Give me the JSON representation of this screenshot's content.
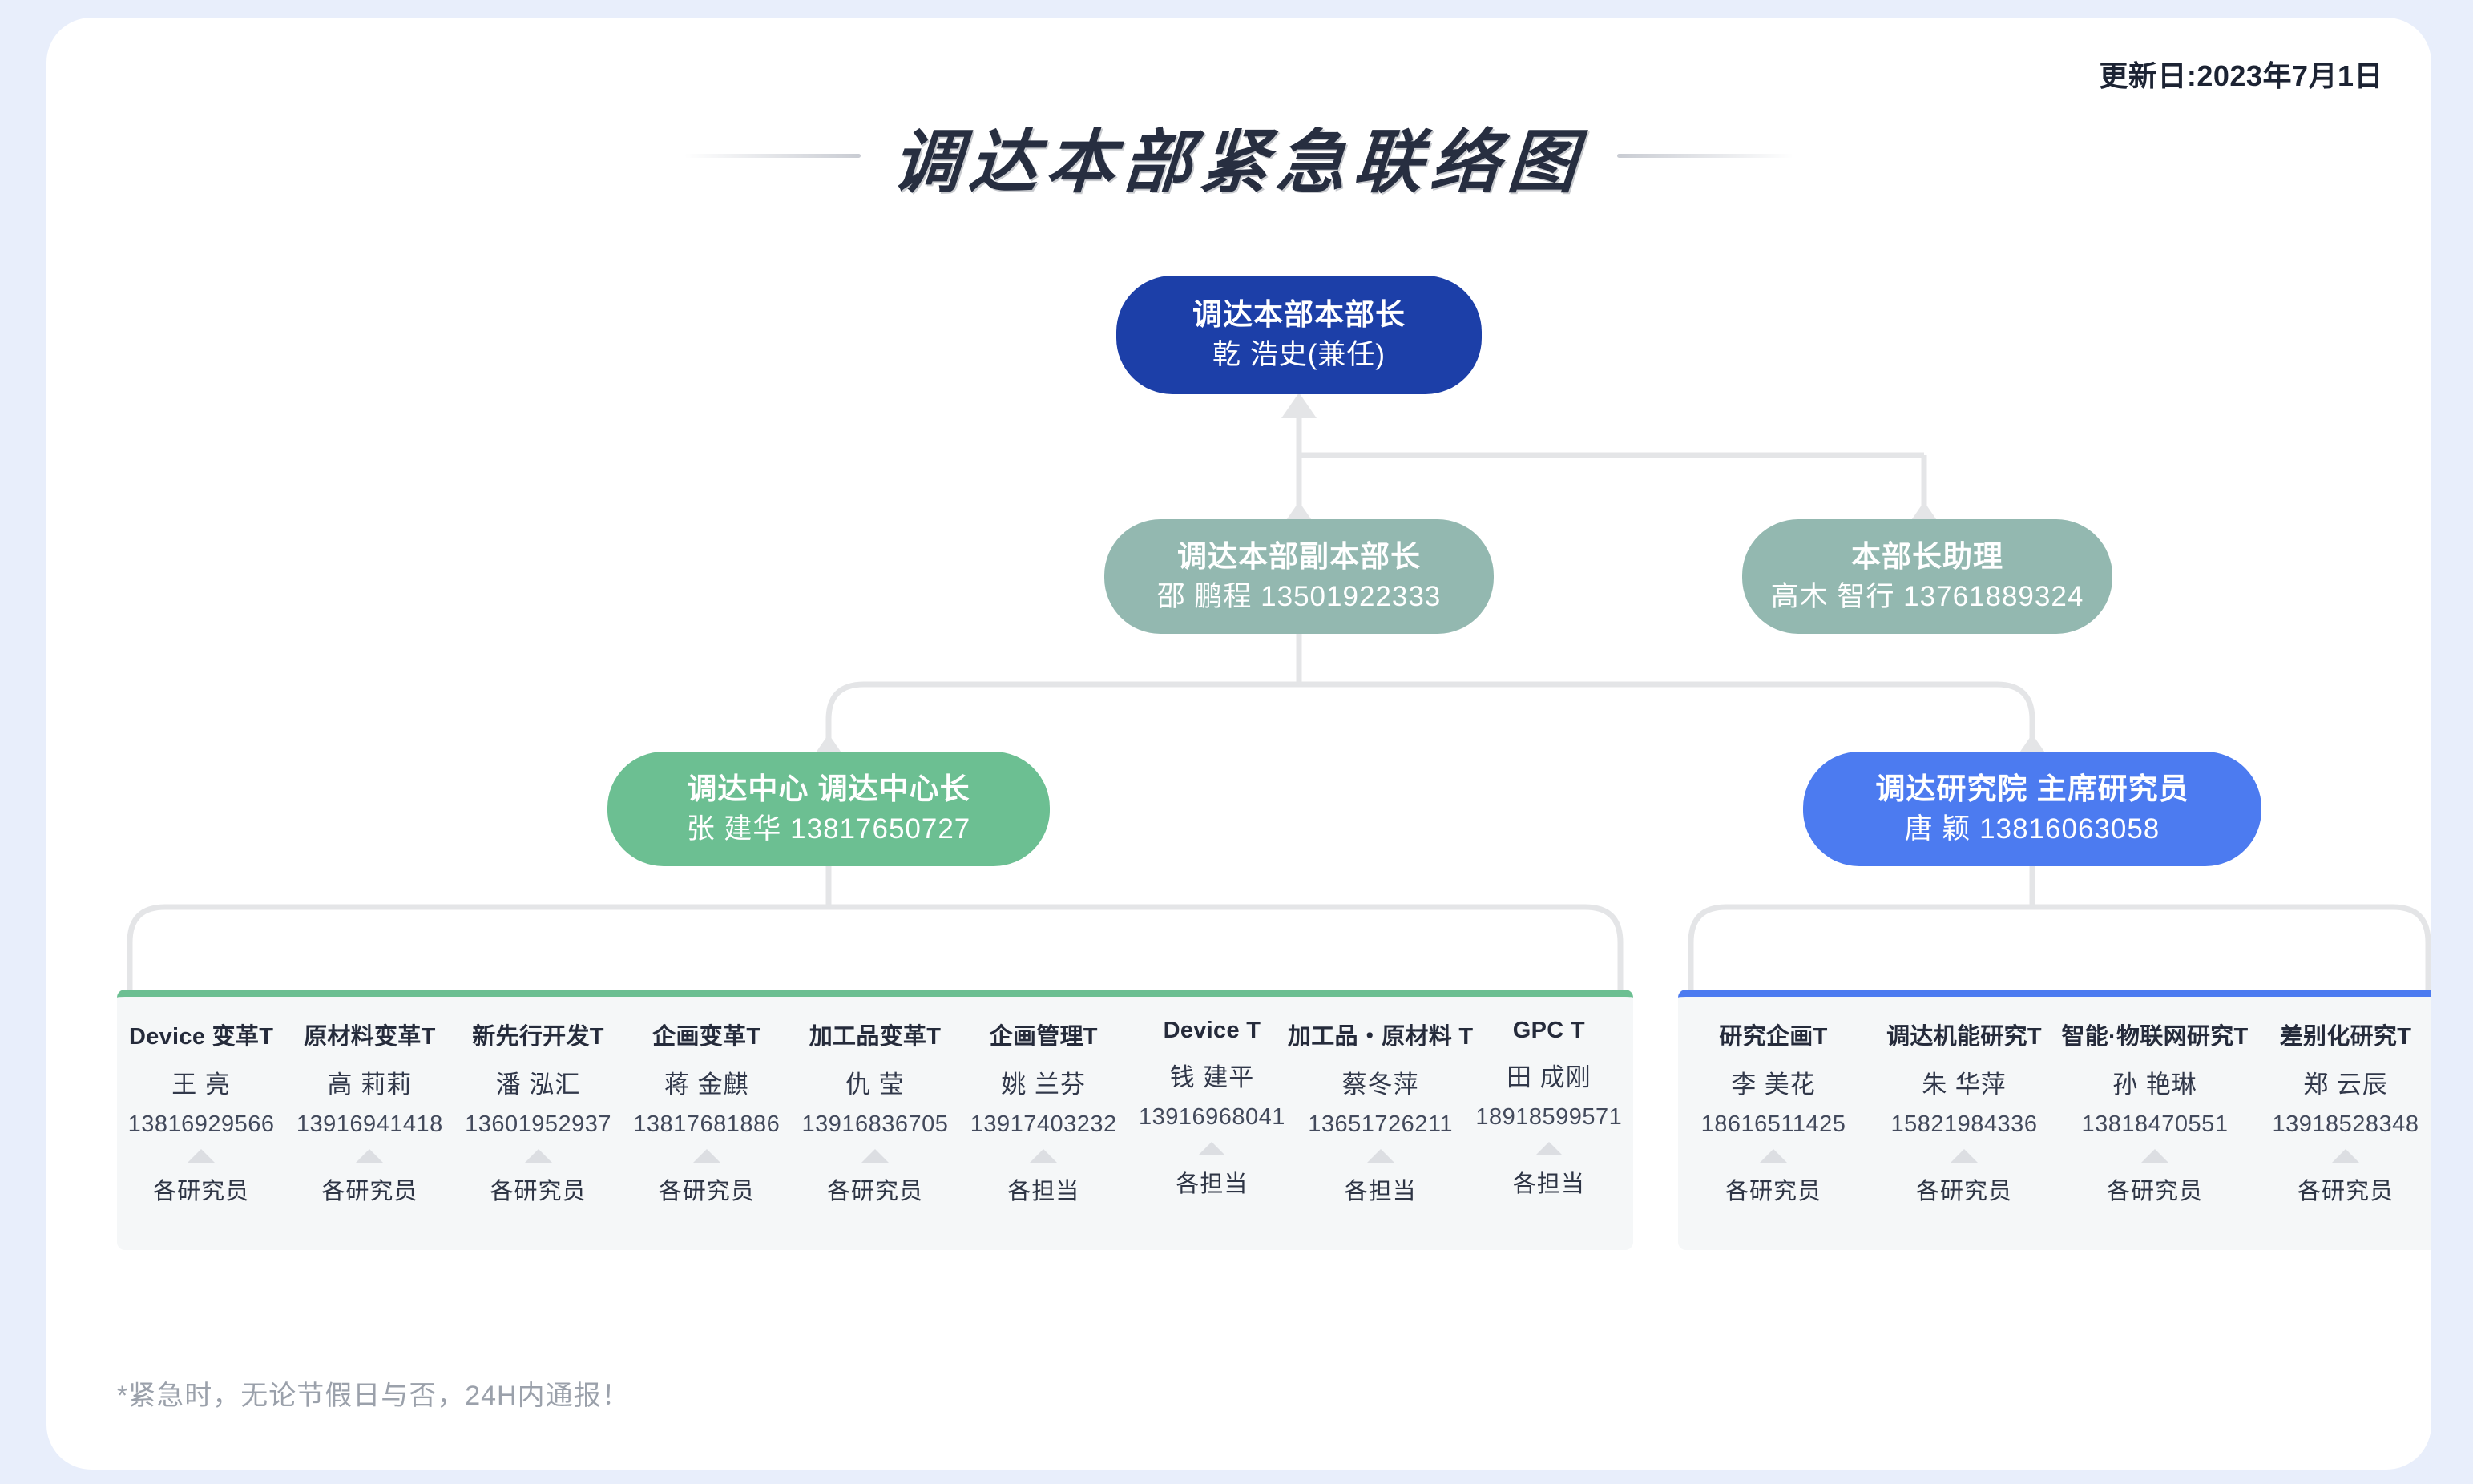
{
  "header": {
    "update_date": "更新日:2023年7月1日",
    "title": "调达本部紧急联络图"
  },
  "nodes": {
    "director": {
      "title": "调达本部本部长",
      "person": "乾 浩史(兼任)",
      "color": "#1c3fa8"
    },
    "deputy": {
      "title": "调达本部副本部长",
      "person": "邵 鹏程 13501922333",
      "color": "#93b8b0"
    },
    "assistant": {
      "title": "本部长助理",
      "person": "高木 智行 13761889324",
      "color": "#93b8b0"
    },
    "center": {
      "title": "调达中心 调达中心长",
      "person": "张 建华 13817650727",
      "color": "#6cbf92"
    },
    "institute": {
      "title": "调达研究院 主席研究员",
      "person": "唐 颖 13816063058",
      "color": "#4c7bf0"
    }
  },
  "groups": [
    {
      "key": "center",
      "accent": "#6cbf92",
      "teams": [
        {
          "title": "Device 变革T",
          "name": "王 亮",
          "phone": "13816929566",
          "role": "各研究员"
        },
        {
          "title": "原材料变革T",
          "name": "高 莉莉",
          "phone": "13916941418",
          "role": "各研究员"
        },
        {
          "title": "新先行开发T",
          "name": "潘 泓汇",
          "phone": "13601952937",
          "role": "各研究员"
        },
        {
          "title": "企画变革T",
          "name": "蒋 金麒",
          "phone": "13817681886",
          "role": "各研究员"
        },
        {
          "title": "加工品变革T",
          "name": "仇 莹",
          "phone": "13916836705",
          "role": "各研究员"
        },
        {
          "title": "企画管理T",
          "name": "姚 兰芬",
          "phone": "13917403232",
          "role": "各担当"
        },
        {
          "title": "Device T",
          "name": "钱 建平",
          "phone": "13916968041",
          "role": "各担当"
        },
        {
          "title": "加工品・原材料 T",
          "name": "蔡冬萍",
          "phone": "13651726211",
          "role": "各担当"
        },
        {
          "title": "GPC T",
          "name": "田 成刚",
          "phone": "18918599571",
          "role": "各担当"
        }
      ]
    },
    {
      "key": "institute",
      "accent": "#4c7bf0",
      "teams": [
        {
          "title": "研究企画T",
          "name": "李 美花",
          "phone": "18616511425",
          "role": "各研究员"
        },
        {
          "title": "调达机能研究T",
          "name": "朱 华萍",
          "phone": "15821984336",
          "role": "各研究员"
        },
        {
          "title": "智能·物联网研究T",
          "name": "孙 艳琳",
          "phone": "13818470551",
          "role": "各研究员"
        },
        {
          "title": "差别化研究T",
          "name": "郑 云辰",
          "phone": "13918528348",
          "role": "各研究员"
        }
      ]
    }
  ],
  "footer": {
    "note": "*紧急时，无论节假日与否，24H内通报！"
  }
}
